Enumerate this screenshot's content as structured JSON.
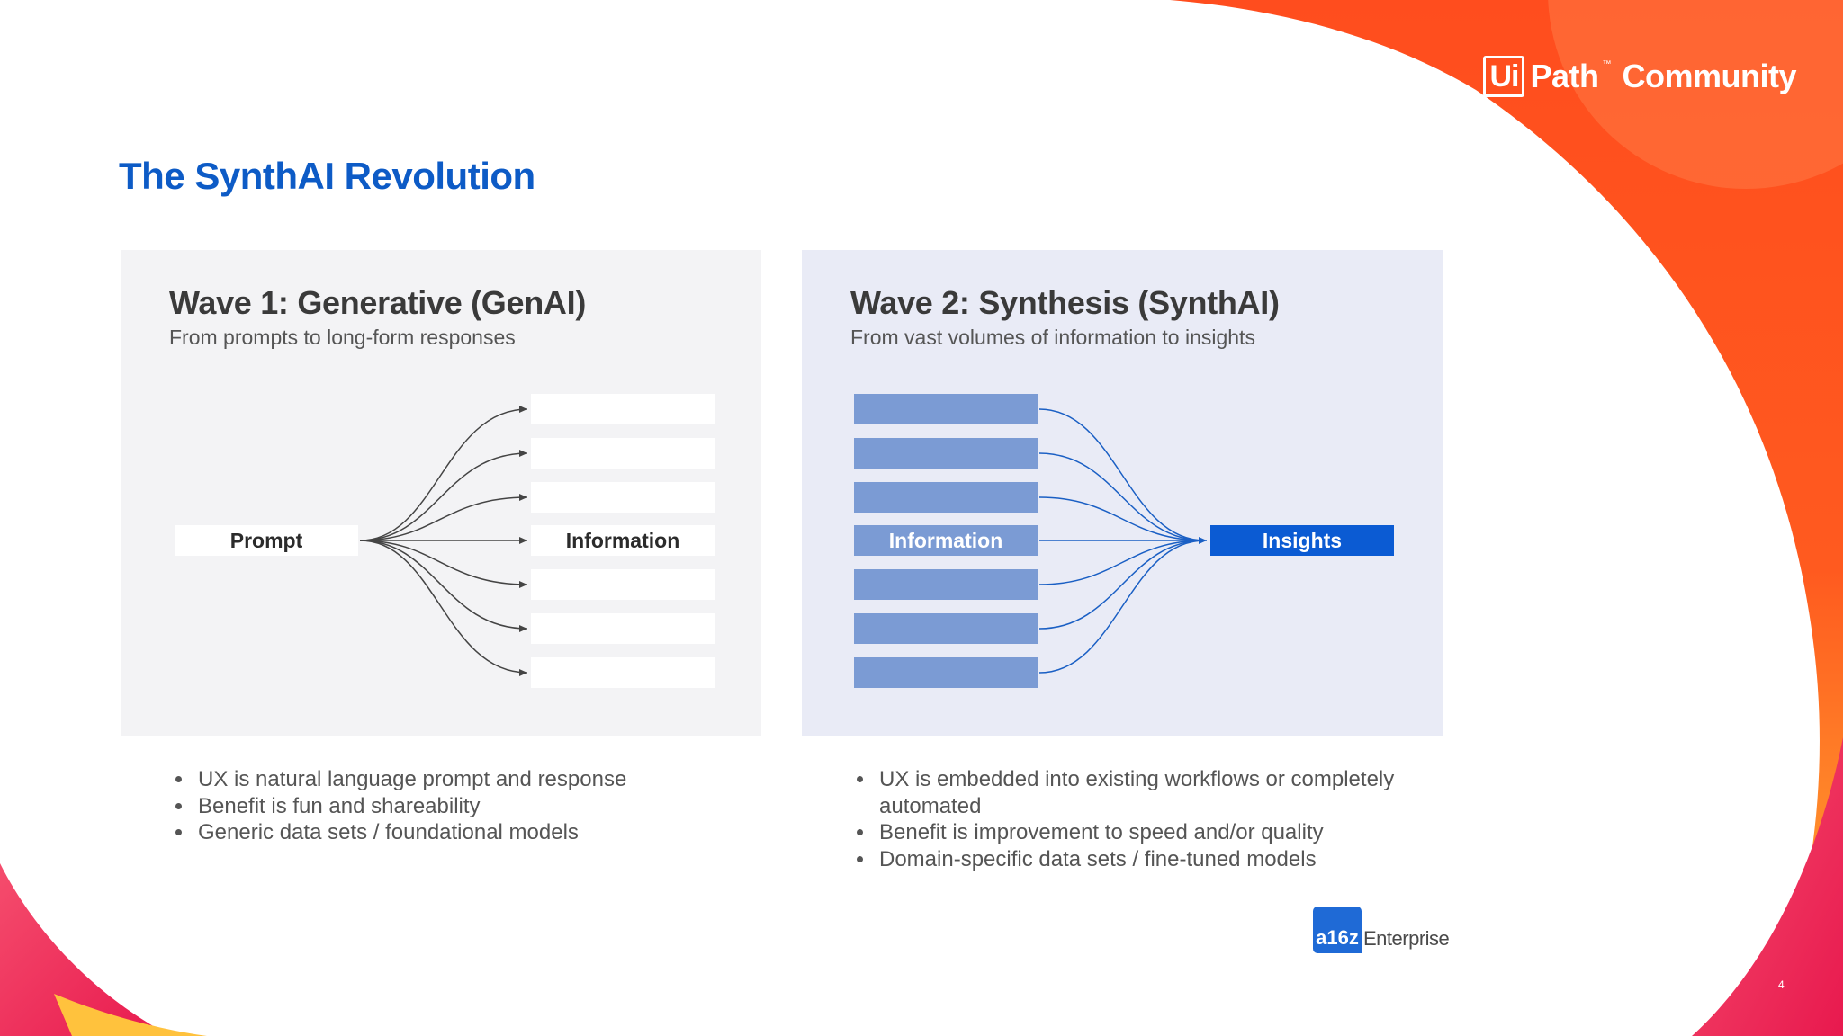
{
  "brand": {
    "logo_box": "Ui",
    "logo_word": "Path",
    "logo_tm": "™",
    "logo_suffix": "Community"
  },
  "title": "The SynthAI Revolution",
  "wave1": {
    "heading": "Wave 1: Generative (GenAI)",
    "subtitle": "From prompts to long-form responses",
    "source_label": "Prompt",
    "target_label": "Information"
  },
  "wave2": {
    "heading": "Wave 2: Synthesis (SynthAI)",
    "subtitle": "From vast volumes of information to insights",
    "source_label": "Information",
    "target_label": "Insights"
  },
  "bullets_left": [
    "UX is natural language prompt and response",
    "Benefit is fun and shareability",
    "Generic data sets / foundational models"
  ],
  "bullets_right": [
    "UX is embedded into existing workflows or completely automated",
    "Benefit is improvement to speed and/or quality",
    "Domain-specific data sets / fine-tuned models"
  ],
  "footer": {
    "a16z_mark": "a16z",
    "a16z_word": "Enterprise",
    "page_number": "4"
  },
  "colors": {
    "title_blue": "#0d5bc6",
    "bar_blue": "#7b9bd4",
    "insight_blue": "#0b5bd3",
    "orange": "#ff4a1c"
  }
}
